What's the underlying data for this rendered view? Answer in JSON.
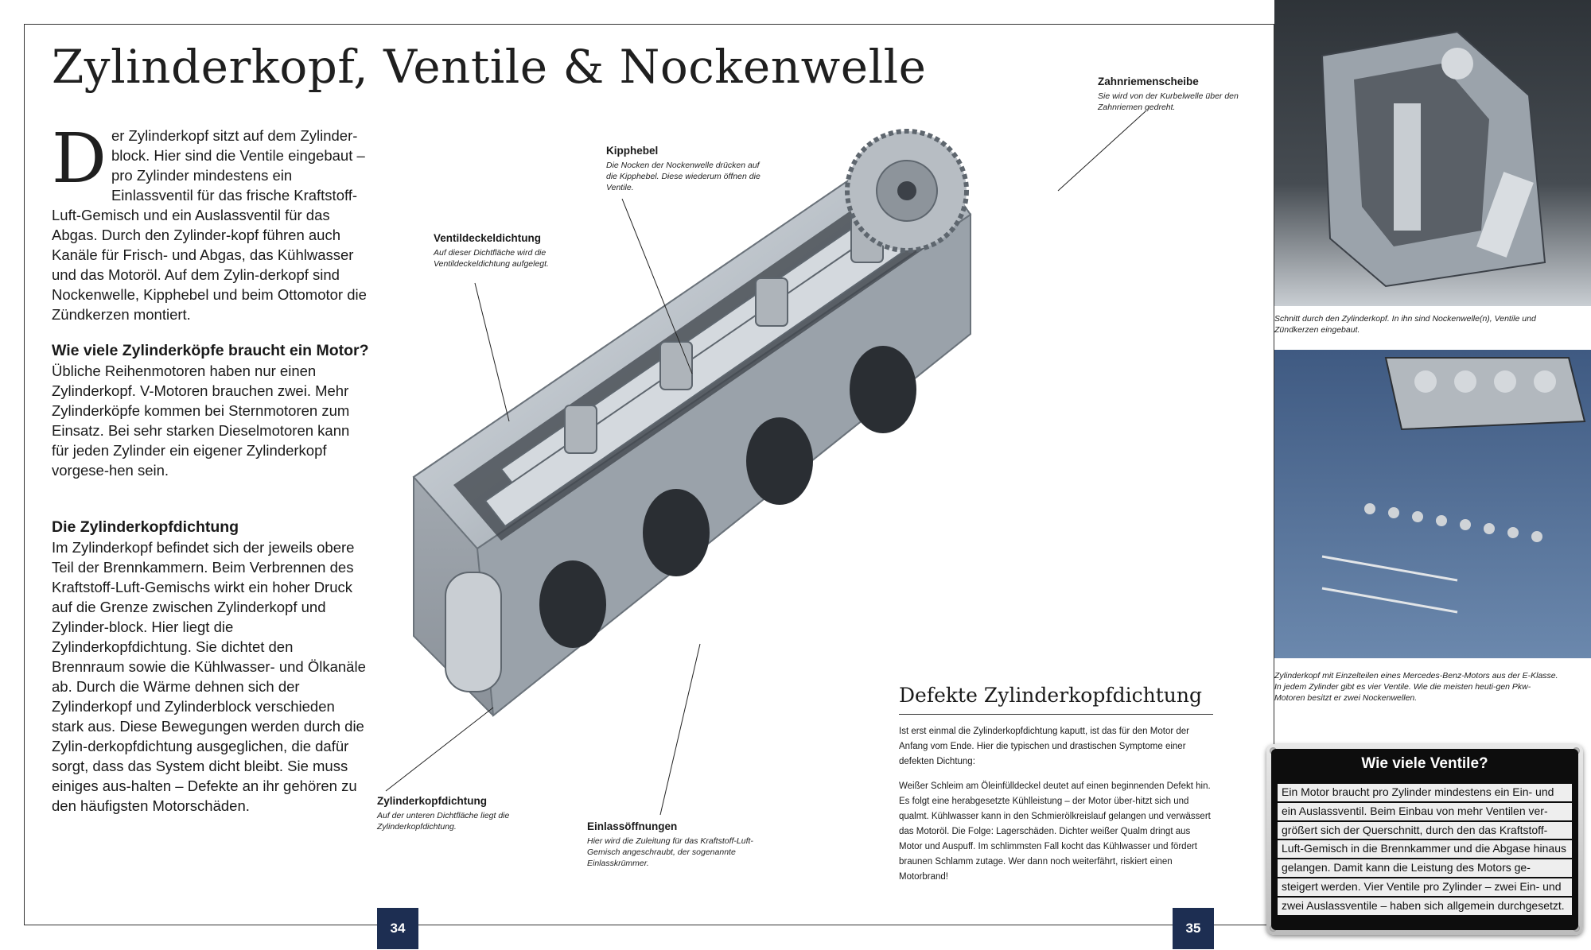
{
  "title": "Zylinderkopf, Ventile & Nockenwelle",
  "intro": {
    "dropcap": "D",
    "text": "er Zylinderkopf sitzt auf dem Zylinder-block. Hier sind die Ventile eingebaut – pro Zylinder mindestens ein Einlassventil für das frische Kraftstoff-Luft-Gemisch und ein Auslassventil für das Abgas. Durch den Zylinder-kopf führen auch Kanäle für Frisch- und Abgas, das Kühlwasser und das Motoröl. Auf dem Zylin-derkopf sind Nockenwelle, Kipphebel und beim Ottomotor die Zündkerzen montiert."
  },
  "sections": [
    {
      "heading": "Wie viele Zylinderköpfe braucht ein Motor?",
      "text": "Übliche Reihenmotoren haben nur einen Zylinderkopf. V-Motoren brauchen zwei. Mehr Zylinderköpfe kommen bei Sternmotoren zum Einsatz. Bei sehr starken Dieselmotoren kann für jeden Zylinder ein eigener Zylinderkopf vorgese-hen sein."
    },
    {
      "heading": "Die Zylinderkopfdichtung",
      "text": "Im Zylinderkopf befindet sich der jeweils obere Teil der Brennkammern. Beim Verbrennen des Kraftstoff-Luft-Gemischs wirkt ein hoher Druck auf die Grenze zwischen Zylinderkopf und Zylinder-block. Hier liegt die Zylinderkopfdichtung. Sie dichtet den Brennraum sowie die Kühlwasser- und Ölkanäle ab. Durch die Wärme dehnen sich der Zylinderkopf und Zylinderblock verschieden stark aus. Diese Bewegungen werden durch die Zylin-derkopfdichtung ausgeglichen, die dafür sorgt, dass das System dicht bleibt. Sie muss einiges aus-halten – Defekte an ihr gehören zu den häufigsten Motorschäden."
    }
  ],
  "labels": {
    "zahnriemenscheibe": {
      "title": "Zahnriemenscheibe",
      "text": "Sie wird von der Kurbelwelle über den Zahnriemen gedreht."
    },
    "kipphebel": {
      "title": "Kipphebel",
      "text": "Die Nocken der Nockenwelle drücken auf die Kipphebel. Diese wiederum öffnen die Ventile."
    },
    "ventildeckeldichtung": {
      "title": "Ventildeckeldichtung",
      "text": "Auf dieser Dichtfläche wird die Ventildeckeldichtung aufgelegt."
    },
    "zylinderkopfdichtung": {
      "title": "Zylinderkopfdichtung",
      "text": "Auf der unteren Dichtfläche liegt die Zylinderkopfdichtung."
    },
    "einlassoeffnungen": {
      "title": "Einlassöffnungen",
      "text": "Hier wird die Zuleitung für das Kraftstoff-Luft-Gemisch angeschraubt, der sogenannte Einlasskrümmer."
    }
  },
  "defekt": {
    "heading": "Defekte Zylinderkopfdichtung",
    "p1": "Ist erst einmal die Zylinderkopfdichtung kaputt, ist das für den Motor der Anfang vom Ende. Hier die typischen und drastischen Symptome einer defekten Dichtung:",
    "p2": "Weißer Schleim am Öleinfülldeckel deutet auf einen beginnenden Defekt hin. Es folgt eine herabgesetzte Kühlleistung – der Motor über-hitzt sich und qualmt. Kühlwasser kann in den Schmierölkreislauf gelangen und verwässert das Motoröl. Die Folge: Lagerschäden. Dichter weißer Qualm dringt aus Motor und Auspuff. Im schlimmsten Fall kocht das Kühlwasser und fördert braunen Schlamm zutage. Wer dann noch weiterfährt, riskiert einen Motorbrand!"
  },
  "captions": {
    "photo1": "Schnitt durch den Zylinderkopf. In ihn sind Nockenwelle(n), Ventile und Zündkerzen eingebaut.",
    "photo2": "Zylinderkopf mit Einzelteilen eines Mercedes-Benz-Motors aus der E-Klasse. In jedem Zylinder gibt es vier Ventile. Wie die meisten heuti-gen Pkw-Motoren besitzt er zwei Nockenwellen."
  },
  "plate": {
    "heading": "Wie viele Ventile?",
    "lines": [
      "Ein Motor braucht pro Zylinder mindestens ein Ein- und",
      "ein Auslassventil. Beim Einbau von mehr Ventilen ver-",
      "größert sich der Querschnitt, durch den das Kraftstoff-",
      "Luft-Gemisch in die Brennkammer und die Abgase hinaus",
      "gelangen. Damit kann die Leistung des Motors ge-",
      "steigert werden. Vier Ventile pro Zylinder – zwei Ein- und",
      "zwei Auslassventile – haben sich allgemein durchgesetzt."
    ]
  },
  "page_numbers": {
    "left": "34",
    "right": "35"
  },
  "colors": {
    "page_number_bg": "#1d2e52",
    "plate_bg": "#0d0d0d"
  }
}
